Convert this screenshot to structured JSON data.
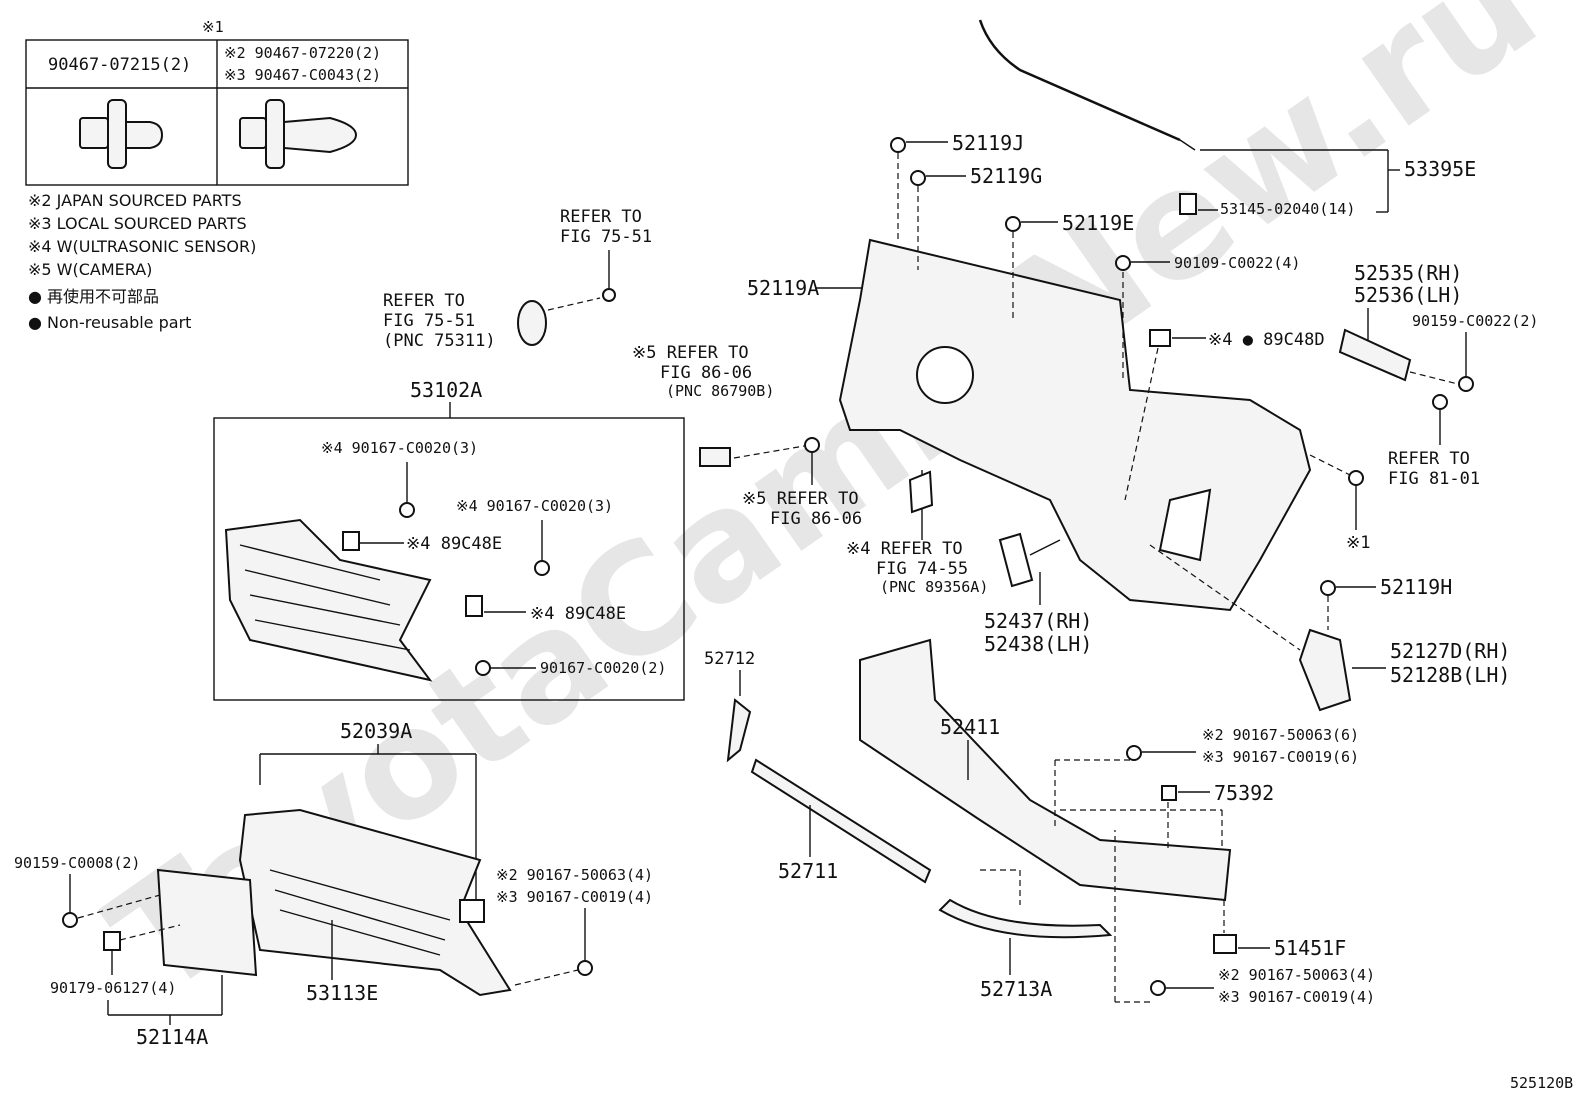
{
  "watermark": "ToyotaCamryNew.ru",
  "fig_id": "525120B",
  "clip_table": {
    "header_mark": "※1",
    "col1_part": "90467-07215(2)",
    "col2_line1": "※2 90467-07220(2)",
    "col2_line2": "※3 90467-C0043(2)"
  },
  "legend": [
    "※2 JAPAN SOURCED PARTS",
    "※3 LOCAL SOURCED PARTS",
    "※4 W(ULTRASONIC SENSOR)",
    "※5 W(CAMERA)",
    "● 再使用不可部品",
    "● Non-reusable part"
  ],
  "refs": {
    "fig7551_a": [
      "REFER TO",
      "FIG 75-51"
    ],
    "fig7551_b": [
      "REFER TO",
      "FIG 75-51",
      "(PNC 75311)"
    ],
    "fig8606_a": [
      "※5 REFER TO",
      "FIG 86-06",
      "(PNC 86790B)"
    ],
    "fig8606_b": [
      "※5 REFER TO",
      "FIG 86-06"
    ],
    "fig7455": [
      "※4 REFER TO",
      "FIG 74-55",
      "(PNC 89356A)"
    ],
    "fig8101": [
      "REFER TO",
      "FIG 81-01"
    ]
  },
  "parts": {
    "p53395E": "53395E",
    "p53145": "53145-02040(14)",
    "p52119J": "52119J",
    "p52119G": "52119G",
    "p52119E": "52119E",
    "p90109": "90109-C0022(4)",
    "p52119A": "52119A",
    "p89C48D": "※4 ● 89C48D",
    "p52535": "52535(RH)",
    "p52536": "52536(LH)",
    "p90159_c0022": "90159-C0022(2)",
    "p53102A": "53102A",
    "p90167_c0020_3a": "※4 90167-C0020(3)",
    "p90167_c0020_3b": "※4 90167-C0020(3)",
    "p89C48E_a": "※4 89C48E",
    "p89C48E_b": "※4 89C48E",
    "p90167_c0020_2": "90167-C0020(2)",
    "p52437": "52437(RH)",
    "p52438": "52438(LH)",
    "p52119H": "52119H",
    "p_x1": "※1",
    "p52127D": "52127D(RH)",
    "p52128B": "52128B(LH)",
    "p52712": "52712",
    "p52411": "52411",
    "p90167_50063_6": "※2 90167-50063(6)",
    "p90167_c0019_6": "※3 90167-C0019(6)",
    "p75392": "75392",
    "p52711": "52711",
    "p52039A": "52039A",
    "p90167_50063_4a": "※2 90167-50063(4)",
    "p90167_c0019_4a": "※3 90167-C0019(4)",
    "p90159_c0008": "90159-C0008(2)",
    "p90179": "90179-06127(4)",
    "p53113E": "53113E",
    "p52114A": "52114A",
    "p52713A": "52713A",
    "p51451F": "51451F",
    "p90167_50063_4b": "※2 90167-50063(4)",
    "p90167_c0019_4b": "※3 90167-C0019(4)"
  }
}
